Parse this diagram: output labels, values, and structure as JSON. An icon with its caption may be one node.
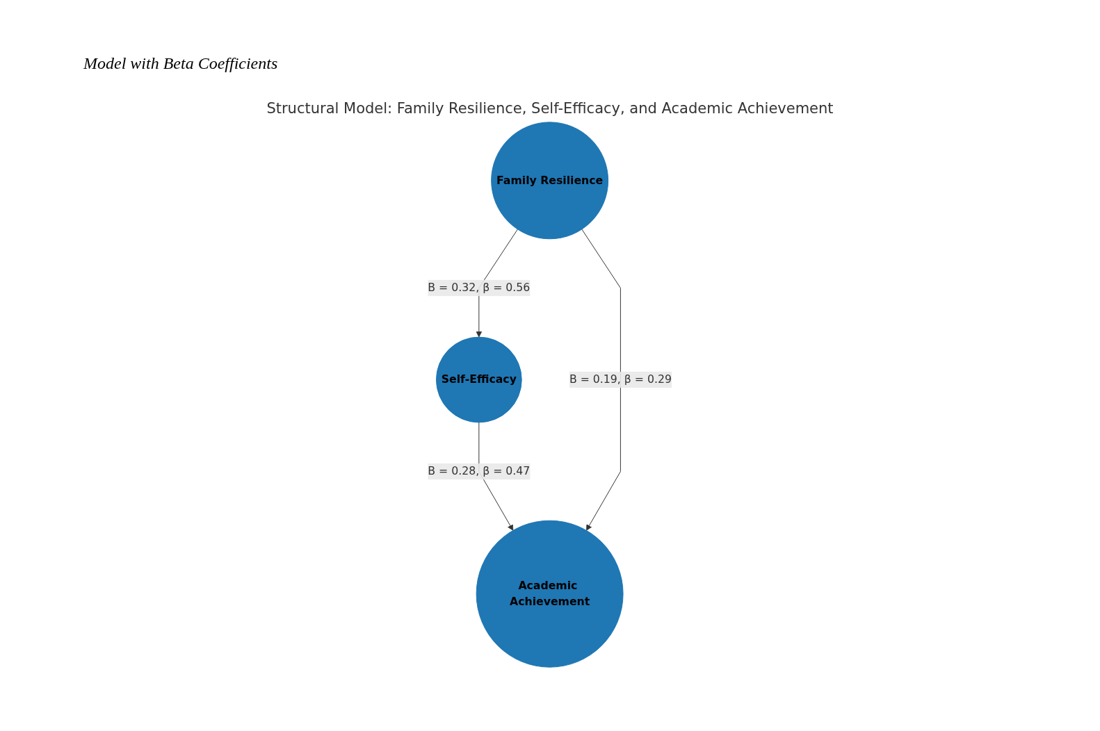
{
  "diagram": {
    "title": "Structural Model: Family Resilience, Self-Efficacy, and Academic Achievement",
    "nodes": [
      {
        "text": [
          "Self-Efficacy"
        ]
      },
      {
        "text": [
          "Family Resilience"
        ]
      },
      {
        "text": [
          "Academic Achievement"
        ]
      }
    ],
    "edges": [
      {
        "from": 1,
        "to": 0,
        "arrow": "to",
        "label": "B = 0.32, β = 0.56"
      },
      {
        "from": 0,
        "to": 2,
        "arrow": "to",
        "label": "B = 0.28, β = 0.47"
      },
      {
        "from": 1,
        "to": 2,
        "arrow": "to",
        "label": "B = 0.19, β = 0.29"
      }
    ],
    "labels": [
      "Model with Beta Coefficients"
    ]
  }
}
